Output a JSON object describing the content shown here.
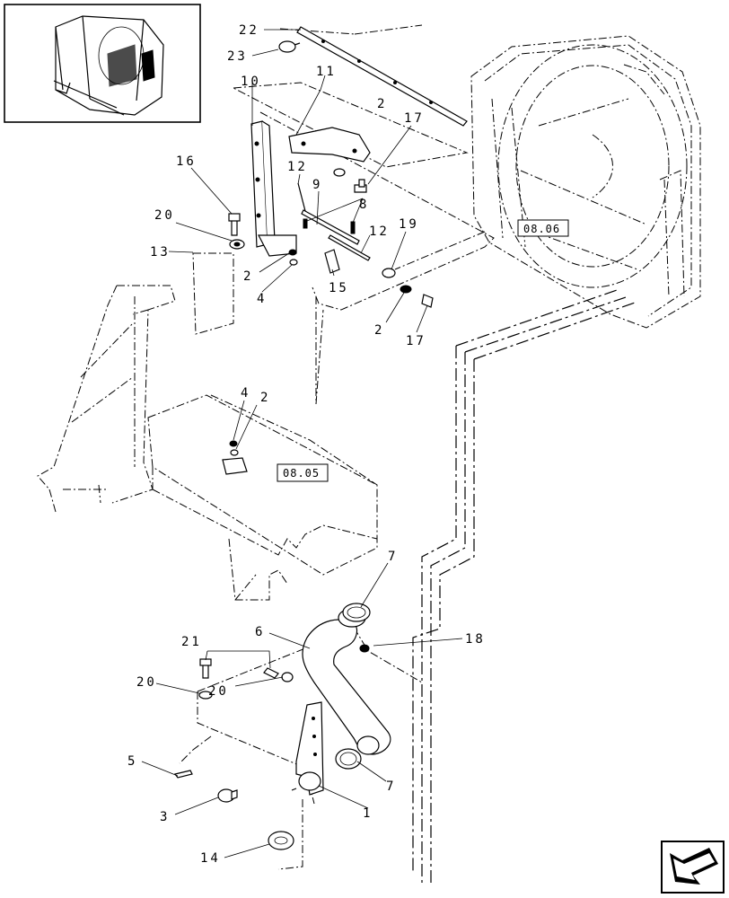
{
  "callouts": [
    {
      "id": "c22",
      "text": "22"
    },
    {
      "id": "c23",
      "text": "23"
    },
    {
      "id": "c10",
      "text": "10"
    },
    {
      "id": "c11",
      "text": "11"
    },
    {
      "id": "c2a",
      "text": "2"
    },
    {
      "id": "c17a",
      "text": "17"
    },
    {
      "id": "c16",
      "text": "16"
    },
    {
      "id": "c12a",
      "text": "12"
    },
    {
      "id": "c9",
      "text": "9"
    },
    {
      "id": "c8",
      "text": "8"
    },
    {
      "id": "c20a",
      "text": "20"
    },
    {
      "id": "c13",
      "text": "13"
    },
    {
      "id": "c12b",
      "text": "12"
    },
    {
      "id": "c19",
      "text": "19"
    },
    {
      "id": "c2b",
      "text": "2"
    },
    {
      "id": "c15",
      "text": "15"
    },
    {
      "id": "c4a",
      "text": "4"
    },
    {
      "id": "c2c",
      "text": "2"
    },
    {
      "id": "c17b",
      "text": "17"
    },
    {
      "id": "c4b",
      "text": "4"
    },
    {
      "id": "c2d",
      "text": "2"
    },
    {
      "id": "c7a",
      "text": "7"
    },
    {
      "id": "c6",
      "text": "6"
    },
    {
      "id": "c18",
      "text": "18"
    },
    {
      "id": "c21",
      "text": "21"
    },
    {
      "id": "c20b",
      "text": "20"
    },
    {
      "id": "c20c",
      "text": "20"
    },
    {
      "id": "c5",
      "text": "5"
    },
    {
      "id": "c7b",
      "text": "7"
    },
    {
      "id": "c3",
      "text": "3"
    },
    {
      "id": "c1",
      "text": "1"
    },
    {
      "id": "c14",
      "text": "14"
    }
  ],
  "references": {
    "ref_0806": "08.06",
    "ref_0805": "08.05"
  },
  "icons": {
    "inset": "machine-location-thumbnail",
    "nav": "next-page-arrow-icon"
  }
}
